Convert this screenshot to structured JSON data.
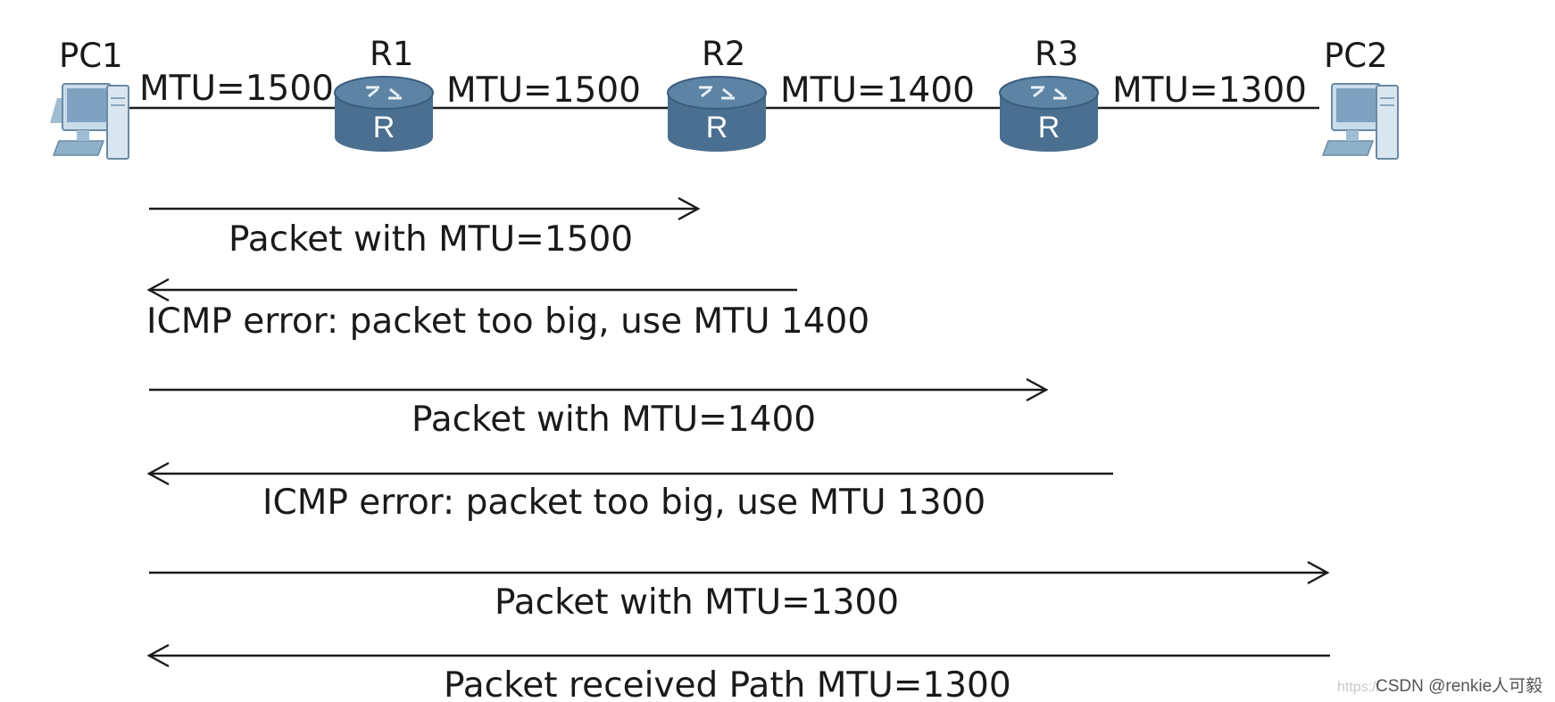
{
  "topology": {
    "nodes": [
      {
        "id": "pc1",
        "label": "PC1",
        "kind": "pc"
      },
      {
        "id": "r1",
        "label": "R1",
        "kind": "router"
      },
      {
        "id": "r2",
        "label": "R2",
        "kind": "router"
      },
      {
        "id": "r3",
        "label": "R3",
        "kind": "router"
      },
      {
        "id": "pc2",
        "label": "PC2",
        "kind": "pc"
      }
    ],
    "links": [
      {
        "from": "pc1",
        "to": "r1",
        "label": "MTU=1500"
      },
      {
        "from": "r1",
        "to": "r2",
        "label": "MTU=1500"
      },
      {
        "from": "r2",
        "to": "r3",
        "label": "MTU=1400"
      },
      {
        "from": "r3",
        "to": "pc2",
        "label": "MTU=1300"
      }
    ],
    "router_glyph": "R"
  },
  "messages": [
    {
      "label": "Packet with MTU=1500",
      "direction": "right"
    },
    {
      "label": "ICMP error: packet too big, use MTU 1400",
      "direction": "left"
    },
    {
      "label": "Packet with MTU=1400",
      "direction": "right"
    },
    {
      "label": "ICMP error: packet too big, use MTU 1300",
      "direction": "left"
    },
    {
      "label": "Packet with MTU=1300",
      "direction": "right"
    },
    {
      "label": "Packet received Path MTU=1300",
      "direction": "left"
    }
  ],
  "watermark": {
    "faint_text": "https://",
    "text": "CSDN @renkie人可毅"
  },
  "colors": {
    "router_body": "#4a6f90",
    "router_top": "#3b5d7d",
    "pc_body": "#c9dcea",
    "line": "#1a1a1a"
  },
  "icons": {
    "pc": "desktop-computer-icon",
    "router": "router-icon"
  }
}
